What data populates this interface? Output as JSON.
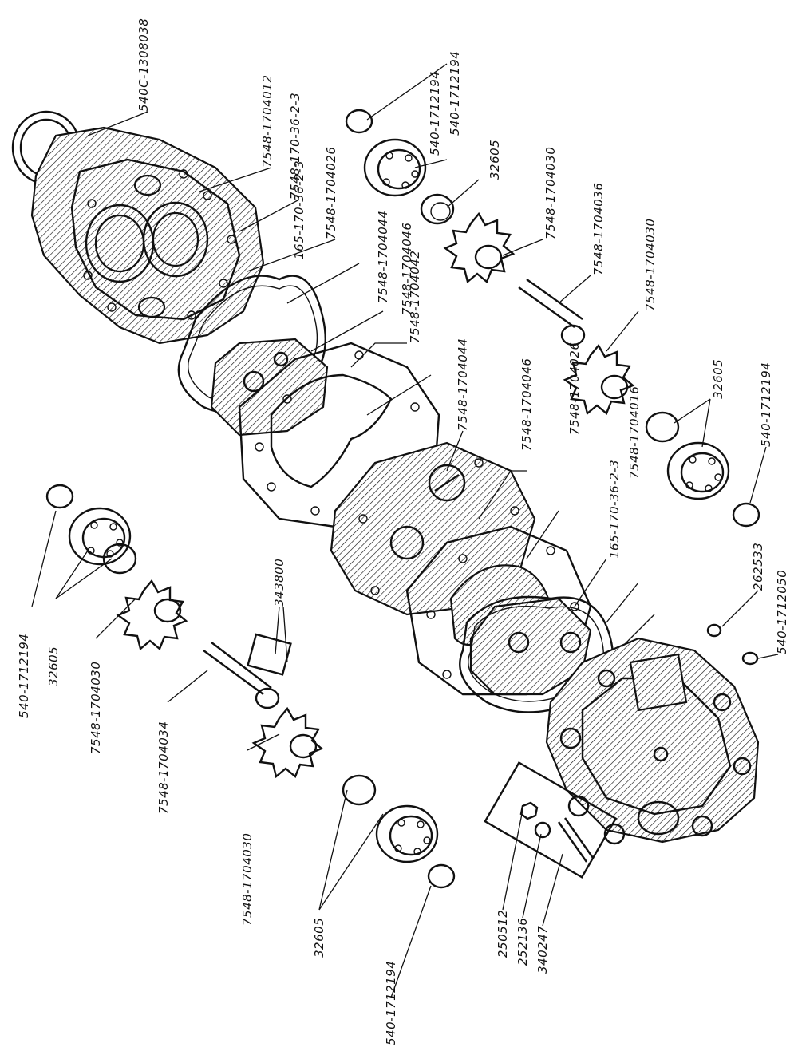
{
  "labels": {
    "l01": "540C-1308038",
    "l02": "7548-1704012",
    "l03": "7548-170-36-2-3",
    "l04": "7548-1704026",
    "l05": "165-170-36-2-3",
    "l06": "7548-1704044",
    "l07": "7548-1704046",
    "l08": "7548-1704042",
    "l09": "540-1712194",
    "l10": "540-1712194",
    "l11": "32605",
    "l12": "7548-1704030",
    "l13": "7548-1704036",
    "l14": "7548-1704030",
    "l15": "32605",
    "l16": "540-1712194",
    "l17": "7548-1704044",
    "l18": "7548-1704046",
    "l19": "7548-1704026",
    "l20": "165-170-36-2-3",
    "l21": "7548-1704016",
    "l22": "262533",
    "l23": "540-1712050",
    "l24": "343800",
    "l25": "540-1712194",
    "l26": "32605",
    "l27": "7548-1704030",
    "l28": "7548-1704034",
    "l29": "7548-1704030",
    "l30": "32605",
    "l31": "540-1712194",
    "l32": "250512",
    "l33": "252136",
    "l34": "340247"
  }
}
